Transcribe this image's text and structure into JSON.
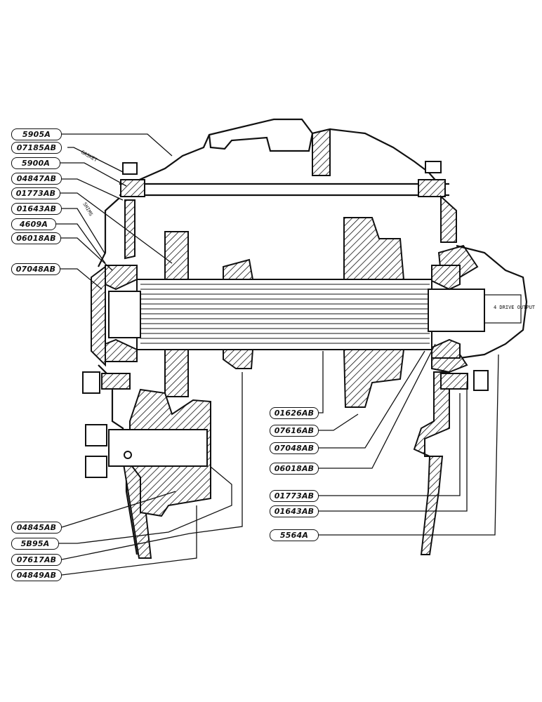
{
  "labels": {
    "p5905A": "5905A",
    "p07185AB": "07185AB",
    "p5900A": "5900A",
    "p04847AB": "04847AB",
    "p01773AB_l": "01773AB",
    "p01643AB_l": "01643AB",
    "p4609A": "4609A",
    "p06018AB_l": "06018AB",
    "p07048AB_l": "07048AB",
    "p01626AB": "01626AB",
    "p07616AB": "07616AB",
    "p07048AB_r": "07048AB",
    "p06018AB_r": "06018AB",
    "p01773AB_r": "01773AB",
    "p01643AB_r": "01643AB",
    "p5564A": "5564A",
    "p04845AB": "04845AB",
    "p5895A": "5B95A",
    "p07617AB": "07617AB",
    "p04849AB": "04849AB"
  },
  "annotations": {
    "gasket_left": "GASKET",
    "shims": "SHIMS",
    "stamp": "4 DRIVE OUTPUT"
  }
}
